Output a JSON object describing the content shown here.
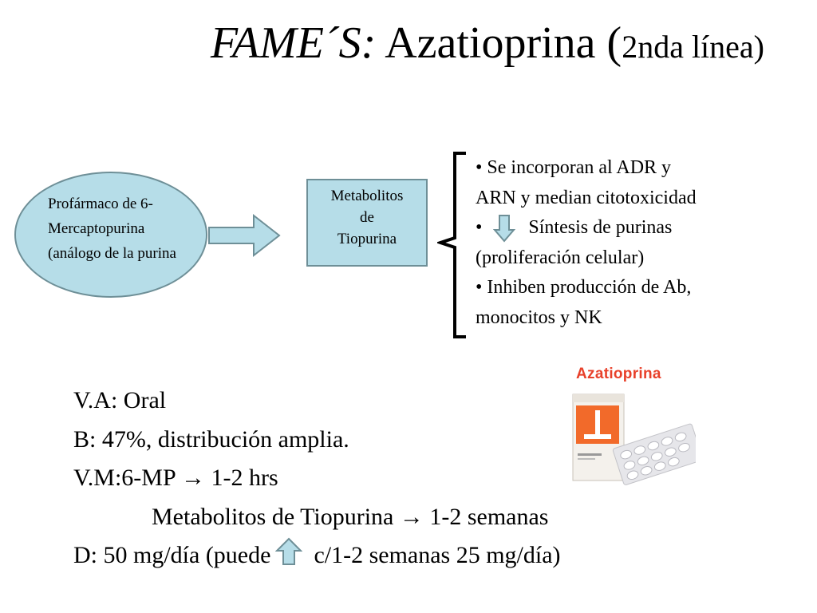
{
  "title": {
    "italic": "FAME´S:",
    "main": "Azatioprina (",
    "small": "2nda línea)"
  },
  "diagram": {
    "ellipse_text": "Profármaco de 6-Mercaptopurina (análogo de la purina",
    "box_text": [
      "Metabolitos",
      "de",
      "Tiopurina"
    ],
    "effects": {
      "line1": "• Se incorporan al ADR y",
      "line2": "ARN y median citotoxicidad",
      "line3_bullet": "•",
      "line3_text": "Síntesis de purinas",
      "line4": "(proliferación celular)",
      "line5": "• Inhiben producción de Ab,",
      "line6": "monocitos y NK"
    },
    "colors": {
      "fill": "#b6dde8",
      "stroke": "#6e8f97"
    }
  },
  "pharmacokinetics": {
    "va": "V.A: Oral",
    "b": "B: 47%, distribución amplia.",
    "vm_prefix": "V.M:6-MP",
    "vm_arrow": "→",
    "vm_value": "1-2 hrs",
    "meta_prefix": "Metabolitos de Tiopurina",
    "meta_arrow": "→",
    "meta_value": "1-2 semanas",
    "dose_prefix": "D: 50 mg/día (puede",
    "dose_suffix": "c/1-2 semanas 25 mg/día)"
  },
  "drug_image": {
    "label": "Azatioprina",
    "icon": "medicine-package-image"
  }
}
